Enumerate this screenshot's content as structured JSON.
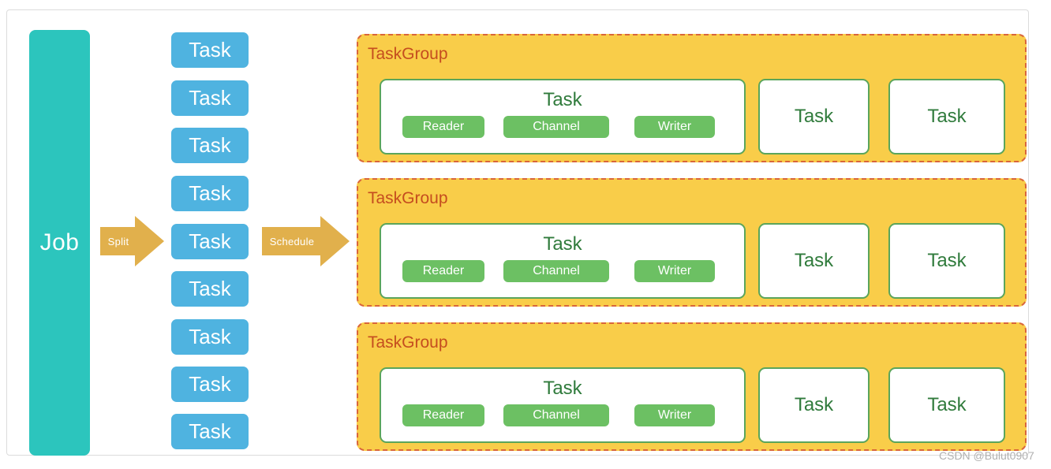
{
  "job": {
    "label": "Job"
  },
  "arrows": {
    "split": "Split",
    "schedule": "Schedule"
  },
  "task_list": {
    "items": [
      "Task",
      "Task",
      "Task",
      "Task",
      "Task",
      "Task",
      "Task",
      "Task",
      "Task"
    ]
  },
  "task_groups": [
    {
      "title": "TaskGroup",
      "main_task": {
        "title": "Task",
        "components": [
          "Reader",
          "Channel",
          "Writer"
        ]
      },
      "side_tasks": [
        "Task",
        "Task"
      ]
    },
    {
      "title": "TaskGroup",
      "main_task": {
        "title": "Task",
        "components": [
          "Reader",
          "Channel",
          "Writer"
        ]
      },
      "side_tasks": [
        "Task",
        "Task"
      ]
    },
    {
      "title": "TaskGroup",
      "main_task": {
        "title": "Task",
        "components": [
          "Reader",
          "Channel",
          "Writer"
        ]
      },
      "side_tasks": [
        "Task",
        "Task"
      ]
    }
  ],
  "watermark": "CSDN @Bulut0907",
  "colors": {
    "job_teal": "#2cc5bd",
    "task_blue": "#4fb3e0",
    "arrow_gold": "#e1b04c",
    "group_yellow": "#f9cd49",
    "group_dashed_border": "#d9663a",
    "group_title_text": "#c54d1f",
    "component_green": "#6cc063",
    "box_green_border": "#5ba55b",
    "task_green_text": "#307b3c",
    "frame_border": "#dcdcdc",
    "watermark_gray": "#b0b0b0"
  }
}
